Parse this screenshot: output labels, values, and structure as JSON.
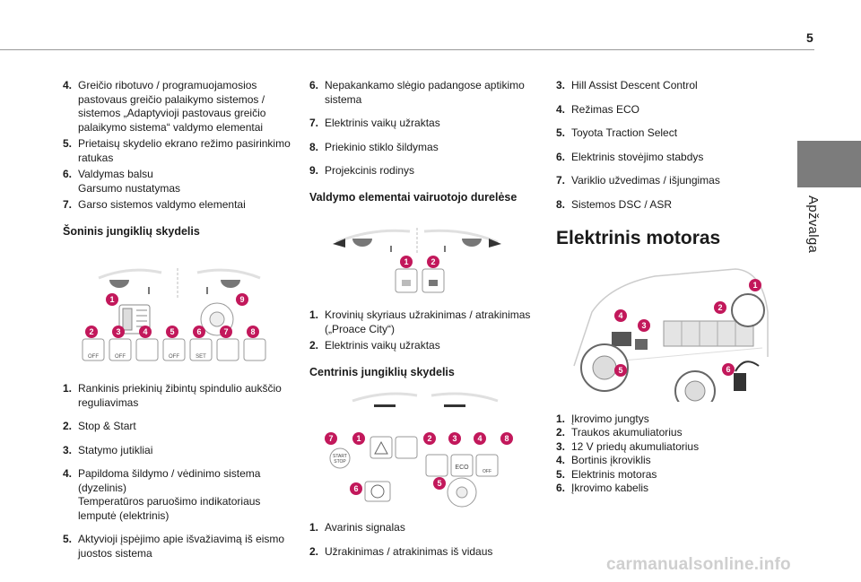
{
  "page": {
    "number": "5",
    "section_tab": "Apžvalga",
    "watermark": "carmanualsonline.info"
  },
  "col1": {
    "items_top": [
      {
        "num": "4.",
        "text": "Greičio ribotuvo / programuojamosios pastovaus greičio palaikymo sistemos / sistemos „Adaptyvioji pastovaus greičio palaikymo sistema“ valdymo elementai"
      },
      {
        "num": "5.",
        "text": "Prietaisų skydelio ekrano režimo pasirinkimo ratukas"
      },
      {
        "num": "6.",
        "line1": "Valdymas balsu",
        "line2": "Garsumo nustatymas"
      },
      {
        "num": "7.",
        "text": "Garso sistemos valdymo elementai"
      }
    ],
    "heading": "Šoninis jungiklių skydelis",
    "illus_badges": [
      "1",
      "9",
      "2",
      "3",
      "4",
      "5",
      "6",
      "7",
      "8"
    ],
    "illus_labels": {
      "off": "OFF",
      "set": "SET"
    },
    "items_bottom": [
      {
        "num": "1.",
        "text": "Rankinis priekinių žibintų spindulio aukščio reguliavimas"
      },
      {
        "num": "2.",
        "text": "Stop & Start"
      },
      {
        "num": "3.",
        "text": "Statymo jutikliai"
      },
      {
        "num": "4.",
        "line1": "Papildoma šildymo / vėdinimo sistema (dyzelinis)",
        "line2": "Temperatūros paruošimo indikatoriaus lemputė (elektrinis)"
      },
      {
        "num": "5.",
        "text": "Aktyvioji įspėjimo apie išvažiavimą iš eismo juostos sistema"
      }
    ]
  },
  "col2": {
    "items_top": [
      {
        "num": "6.",
        "text": "Nepakankamo slėgio padangose aptikimo sistema"
      },
      {
        "num": "7.",
        "text": "Elektrinis vaikų užraktas"
      },
      {
        "num": "8.",
        "text": "Priekinio stiklo šildymas"
      },
      {
        "num": "9.",
        "text": "Projekcinis rodinys"
      }
    ],
    "heading1": "Valdymo elementai vairuotojo durelėse",
    "illus1_badges": [
      "1",
      "2"
    ],
    "items_mid": [
      {
        "num": "1.",
        "text": "Krovinių skyriaus užrakinimas / atrakinimas („Proace City“)"
      },
      {
        "num": "2.",
        "text": "Elektrinis vaikų užraktas"
      }
    ],
    "heading2": "Centrinis jungiklių skydelis",
    "illus2_badges": [
      "7",
      "1",
      "2",
      "3",
      "4",
      "8",
      "6",
      "5"
    ],
    "illus2_labels": {
      "start": "START",
      "stop": "STOP",
      "eco": "ECO",
      "off": "OFF"
    },
    "items_bottom": [
      {
        "num": "1.",
        "text": "Avarinis signalas"
      },
      {
        "num": "2.",
        "text": "Užrakinimas / atrakinimas iš vidaus"
      }
    ]
  },
  "col3": {
    "items_top": [
      {
        "num": "3.",
        "text": "Hill Assist Descent Control"
      },
      {
        "num": "4.",
        "text": "Režimas ECO"
      },
      {
        "num": "5.",
        "text": "Toyota Traction Select"
      },
      {
        "num": "6.",
        "text": "Elektrinis stovėjimo stabdys"
      },
      {
        "num": "7.",
        "text": "Variklio užvedimas / išjungimas"
      },
      {
        "num": "8.",
        "text": "Sistemos DSC / ASR"
      }
    ],
    "heading": "Elektrinis motoras",
    "illus_badges": [
      "1",
      "2",
      "3",
      "4",
      "5",
      "6"
    ],
    "items_bottom": [
      {
        "num": "1.",
        "text": "Įkrovimo jungtys"
      },
      {
        "num": "2.",
        "text": "Traukos akumuliatorius"
      },
      {
        "num": "3.",
        "text": "12 V priedų akumuliatorius"
      },
      {
        "num": "4.",
        "text": "Bortinis įkroviklis"
      },
      {
        "num": "5.",
        "text": "Elektrinis motoras"
      },
      {
        "num": "6.",
        "text": "Įkrovimo kabelis"
      }
    ]
  },
  "colors": {
    "badge": "#c2185b",
    "tab": "#7c7c7c",
    "rule": "#9a9a9a",
    "watermark": "#cfcfcf"
  }
}
